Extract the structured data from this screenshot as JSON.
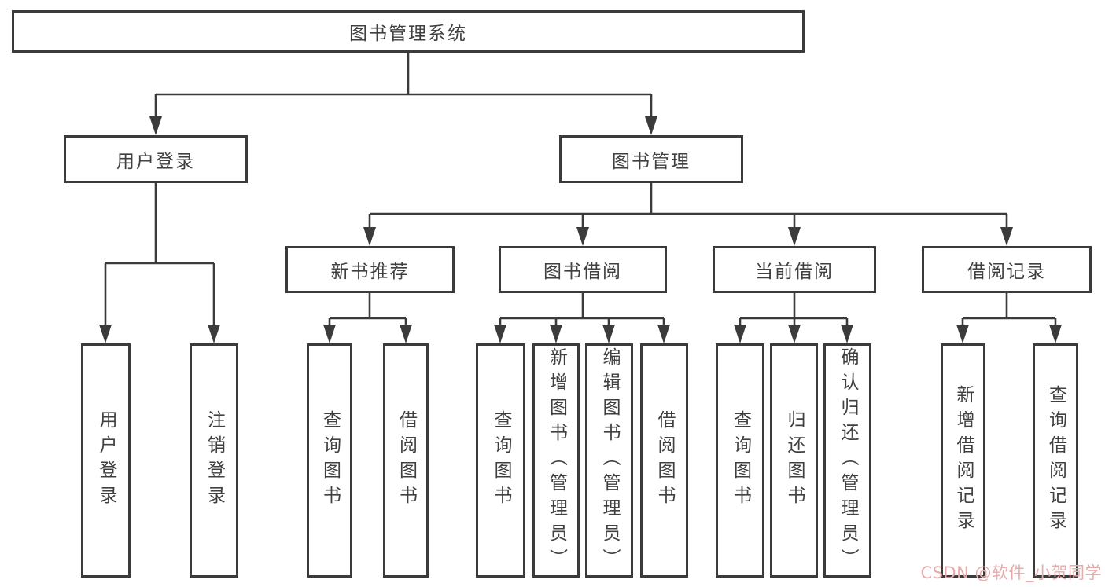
{
  "nodes": {
    "root": "图书管理系统",
    "user_login": "用户登录",
    "book_mgmt": "图书管理",
    "new_rec": "新书推荐",
    "borrow": "图书借阅",
    "current": "当前借阅",
    "records": "借阅记录",
    "leaf_login": "用户登录",
    "leaf_logout": "注销登录",
    "leaf_rec_query": "查询图书",
    "leaf_rec_borrow": "借阅图书",
    "leaf_bor_query": "查询图书",
    "leaf_bor_add": "新增图书（管理员）",
    "leaf_bor_edit": "编辑图书（管理员）",
    "leaf_bor_borrow": "借阅图书",
    "leaf_cur_query": "查询图书",
    "leaf_cur_return": "归还图书",
    "leaf_cur_confirm": "确认归还（管理员）",
    "leaf_rec2_add": "新增借阅记录",
    "leaf_rec2_query": "查询借阅记录"
  },
  "hierarchy": {
    "图书管理系统": {
      "用户登录": [
        "用户登录",
        "注销登录"
      ],
      "图书管理": {
        "新书推荐": [
          "查询图书",
          "借阅图书"
        ],
        "图书借阅": [
          "查询图书",
          "新增图书（管理员）",
          "编辑图书（管理员）",
          "借阅图书"
        ],
        "当前借阅": [
          "查询图书",
          "归还图书",
          "确认归还（管理员）"
        ],
        "借阅记录": [
          "新增借阅记录",
          "查询借阅记录"
        ]
      }
    }
  },
  "watermark": {
    "text": "CSDN @软件_小贺同学",
    "color": "#e7abab"
  },
  "colors": {
    "line": "#3b3b3b",
    "text": "#404040",
    "box_background": "#ffffff",
    "page_background": "#ffffff"
  }
}
